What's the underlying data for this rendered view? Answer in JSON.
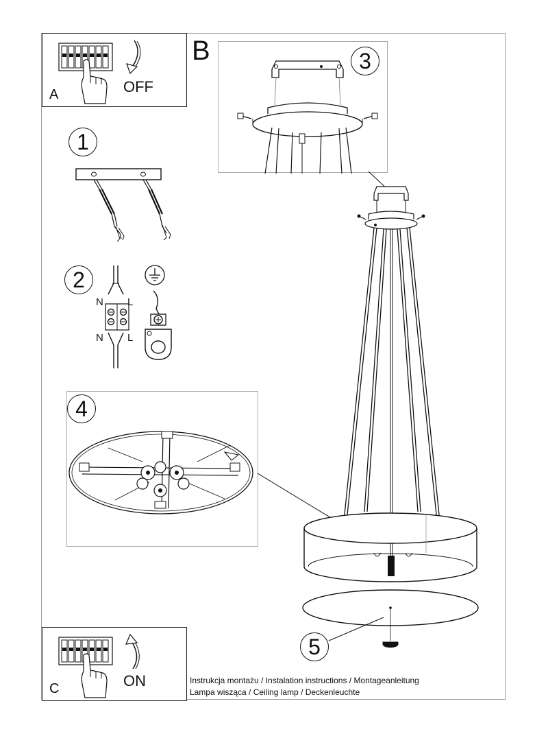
{
  "panel_a": {
    "letter": "A",
    "action": "OFF"
  },
  "panel_b": {
    "letter": "B"
  },
  "panel_c": {
    "letter": "C",
    "action": "ON"
  },
  "steps": [
    "1",
    "2",
    "3",
    "4",
    "5"
  ],
  "wiring": {
    "neutral": "N",
    "live": "L"
  },
  "caption": {
    "line1": "Instrukcja montażu / Instalation instructions / Montageanleitung",
    "line2": "Lampa wisząca / Ceiling lamp / Deckenleuchte"
  }
}
